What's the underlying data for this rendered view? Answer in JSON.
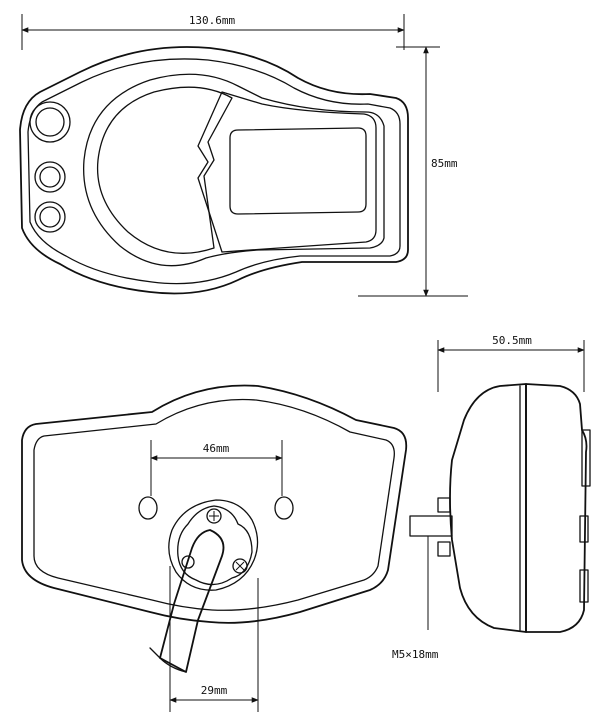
{
  "dimensions": {
    "overall_width": "130.6mm",
    "height": "85mm",
    "depth": "50.5mm",
    "mount_spacing": "46mm",
    "cable_offset": "29mm",
    "bolt": "M5×18mm"
  },
  "colors": {
    "line": "#111111",
    "background": "#ffffff"
  }
}
